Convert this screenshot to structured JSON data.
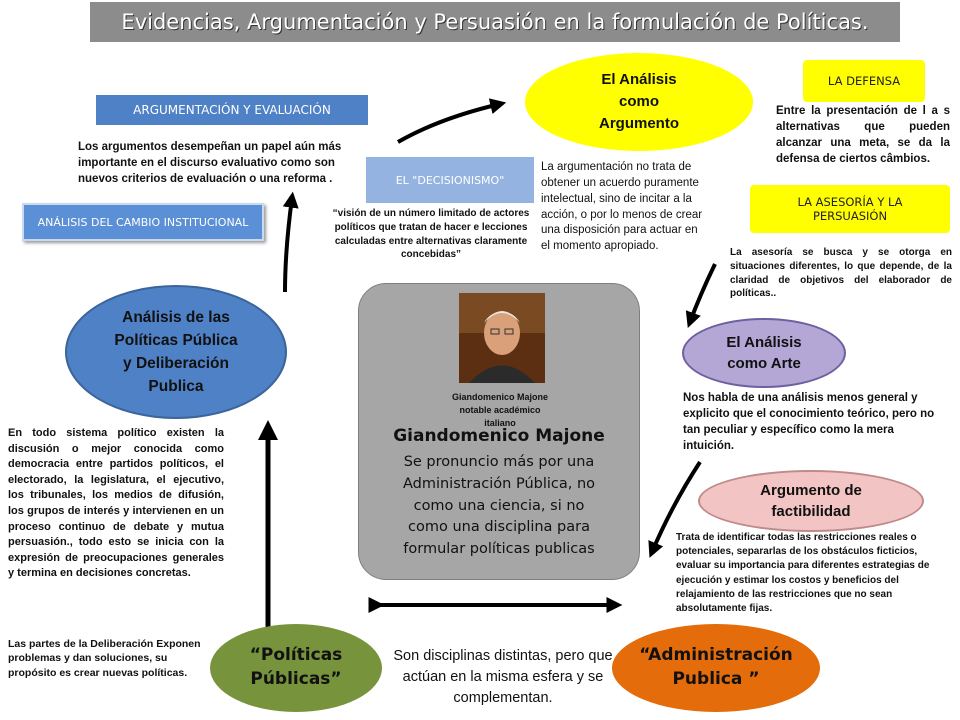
{
  "title": "Evidencias, Argumentación y Persuasión en la formulación de Políticas.",
  "labels": {
    "argumentacion": "ARGUMENTACIÓN Y EVALUACIÓN",
    "cambio": "ANÁLISIS DEL CAMBIO INSTITUCIONAL",
    "decisionismo": "EL \"DECISIONISMO\"",
    "defensa": "LA DEFENSA",
    "asesoria": "LA ASESORÍA Y LA PERSUASIÓN"
  },
  "ellipses": {
    "argumento": [
      "El Análisis",
      "como",
      "Argumento"
    ],
    "analisis_politicas": [
      "Análisis de las",
      "Políticas Pública",
      "y Deliberación",
      "Publica"
    ],
    "arte": [
      "El Análisis",
      "como Arte"
    ],
    "factibilidad": [
      "Argumento de",
      "factibilidad"
    ],
    "politicas": [
      "“Políticas",
      "Públicas”"
    ],
    "administracion": [
      "“Administración",
      "Publica ”"
    ]
  },
  "texts": {
    "argumentacion": "Los argumentos desempeñan un papel aún más importante en el discurso evaluativo como son nuevos criterios de evaluación o una reforma .",
    "decisionismo": "“visión de un número limitado de actores políticos que tratan de hacer e lecciones calculadas entre alternativas claramente concebidas”",
    "argumento": "La argumentación no trata de obtener un acuerdo puramente intelectual, sino de incitar a la acción, o por lo menos de crear una disposición para actuar en el momento apropiado.",
    "defensa": "Entre la presentación de l a s alternativas que pueden alcanzar una meta, se da la defensa de ciertos câmbios.",
    "asesoria": "La asesoría se busca y se otorga en situaciones diferentes, lo que depende, de la claridad de objetivos del elaborador de políticas..",
    "arte": "Nos habla de una análisis menos general y explicito que el conocimiento teórico, pero no tan peculiar y específico como la mera intuición.",
    "factibilidad": "Trata de identificar todas las restricciones reales o potenciales, separarlas de los obstáculos ficticios, evaluar su importancia para diferentes estrategias de ejecución y estimar los costos y beneficios del relajamiento de las restricciones que no sean absolutamente fijas.",
    "deliberacion": "En todo sistema político existen la discusión o mejor conocida como democracia entre partidos políticos, el electorado, la legislatura, el ejecutivo, los tribunales, los medios de difusión, los grupos de interés y intervienen en un proceso continuo de debate y mutua persuasión., todo esto se inicia con la expresión de preocupaciones generales y termina en decisiones concretas.",
    "partes": "Las partes de la Deliberación Exponen problemas y dan soluciones, su propósito es crear nuevas políticas.",
    "disciplinas": "Son disciplinas distintas, pero que actúan en la misma esfera y se complementan."
  },
  "majone": {
    "caption": [
      "Giandomenico Majone",
      "notable académico",
      "italiano"
    ],
    "name": "Giandomenico Majone",
    "body": "Se pronuncio más por una Administración Pública, no como una ciencia, si no como una disciplina para formular políticas publicas"
  },
  "colors": {
    "title_bg": "#8c8c8c",
    "argumento": "#ffff00",
    "analisis_politicas": "#4f81c7",
    "arte": "#b4a7d6",
    "factibilidad": "#f2c4c4",
    "politicas": "#77933c",
    "administracion": "#e46c0a",
    "panel": "#a6a6a6"
  }
}
